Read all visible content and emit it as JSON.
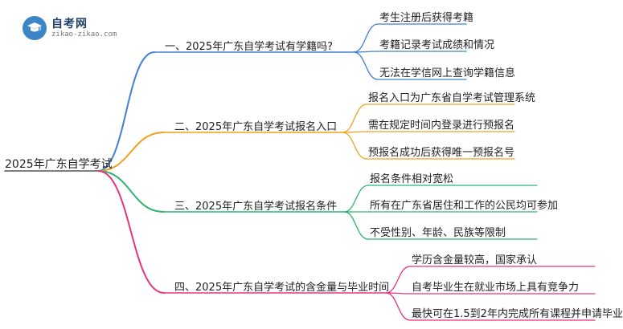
{
  "logo": {
    "name": "自考网",
    "url": "zikao-zikao.com"
  },
  "root": {
    "label": "2025年广东自学考试"
  },
  "colors": {
    "root": "#555555",
    "branches": [
      "#3f7fd6",
      "#f0a11f",
      "#2db36f",
      "#e5357c"
    ]
  },
  "branches": [
    {
      "label": "一、2025年广东自学考试有学籍吗?",
      "leaves": [
        "考生注册后获得考籍",
        "考籍记录考试成绩和情况",
        "无法在学信网上查询学籍信息"
      ]
    },
    {
      "label": "二、2025年广东自学考试报名入口",
      "leaves": [
        "报名入口为广东省自学考试管理系统",
        "需在规定时间内登录进行预报名",
        "预报名成功后获得唯一预报名号"
      ]
    },
    {
      "label": "三、2025年广东自学考试报名条件",
      "leaves": [
        "报名条件相对宽松",
        "所有在广东省居住和工作的公民均可参加",
        "不受性别、年龄、民族等限制"
      ]
    },
    {
      "label": "四、2025年广东自学考试的含金量与毕业时间",
      "leaves": [
        "学历含金量较高，国家承认",
        "自考毕业生在就业市场上具有竞争力",
        "最快可在1.5到2年内完成所有课程并申请毕业"
      ]
    }
  ]
}
